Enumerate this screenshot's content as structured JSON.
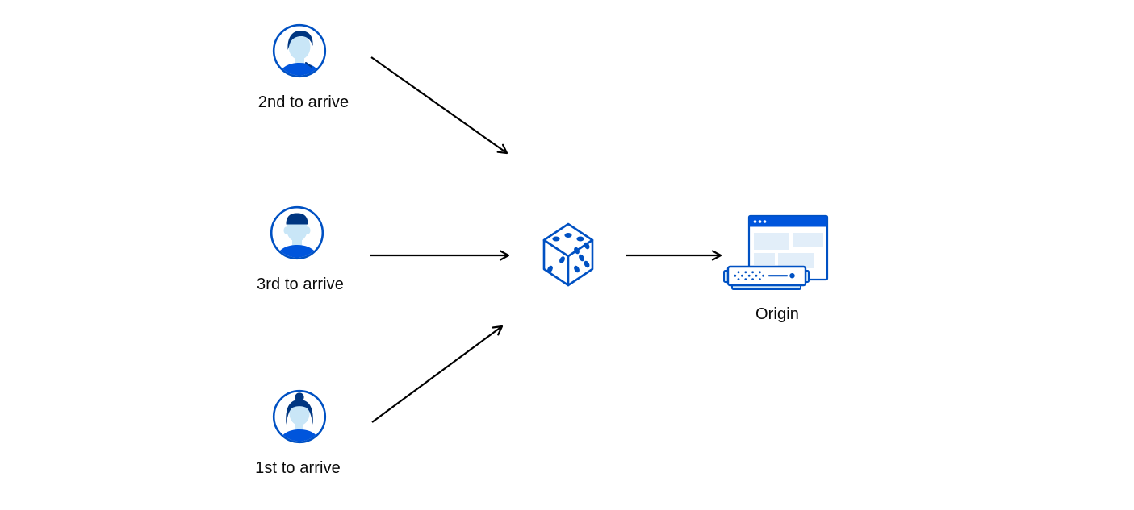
{
  "diagram": {
    "visitors": [
      {
        "label": "2nd to arrive",
        "icon": "male-avatar-swept-hair-icon"
      },
      {
        "label": "3rd to arrive",
        "icon": "male-avatar-flat-top-icon"
      },
      {
        "label": "1st to arrive",
        "icon": "female-avatar-bun-icon"
      }
    ],
    "randomizer": {
      "icon": "dice-icon"
    },
    "origin": {
      "label": "Origin",
      "icon": "origin-server-browser-icon"
    },
    "flows": [
      {
        "from": "visitor-2nd-to-arrive",
        "to": "dice"
      },
      {
        "from": "visitor-3rd-to-arrive",
        "to": "dice"
      },
      {
        "from": "visitor-1st-to-arrive",
        "to": "dice"
      },
      {
        "from": "dice",
        "to": "origin"
      }
    ]
  },
  "colors": {
    "brand_blue": "#0051c3",
    "shirt_blue": "#0055dc",
    "hair_navy": "#003681",
    "skin_light_blue": "#c9e6f7",
    "panel_light_blue": "#e2eef9",
    "arrow_black": "#000000",
    "label_text": "#0a0a0a",
    "background": "#ffffff"
  }
}
